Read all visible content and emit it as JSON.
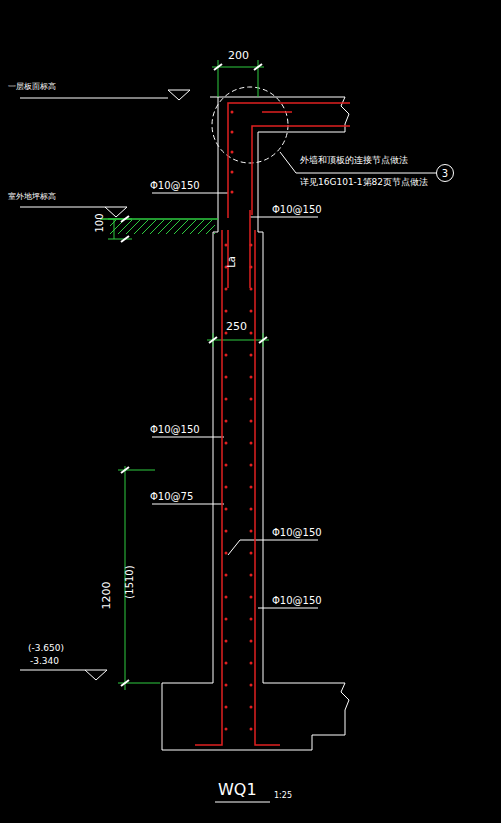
{
  "diagram": {
    "nodes": [
      {
        "text": [
          "3"
        ]
      }
    ],
    "edges": [],
    "labels": [
      "200",
      "一层板面标高",
      "外墙和顶板的连接节点做法",
      "详见16G101-1第82页节点做法",
      "Φ10@150",
      "室外地坪标高",
      "Φ10@150",
      "100",
      "La",
      "250",
      "Φ10@150",
      "Φ10@75",
      "Φ10@150",
      "1200",
      "(1510)",
      "Φ10@150",
      "(-3.650)",
      "-3.340",
      "WQ1",
      "1:25"
    ]
  }
}
